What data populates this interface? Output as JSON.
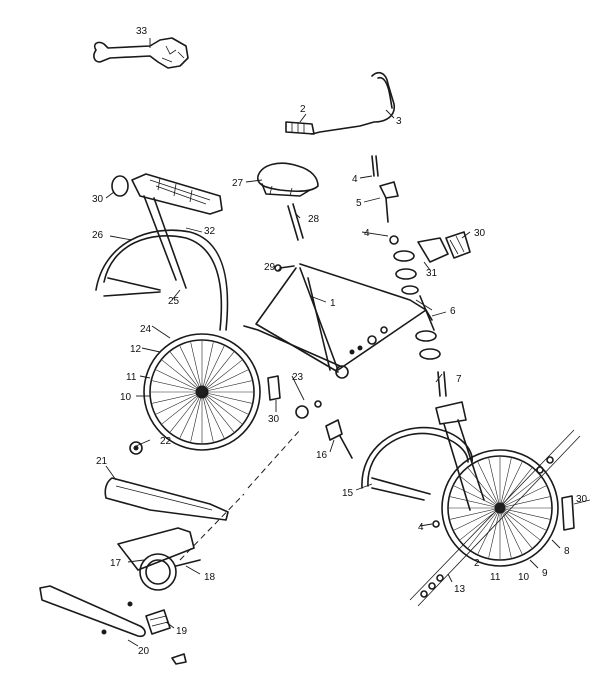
{
  "callouts": {
    "c1": "1",
    "c2a": "2",
    "c2b": "2",
    "c3": "3",
    "c4a": "4",
    "c4b": "4",
    "c4c": "4",
    "c5": "5",
    "c6": "6",
    "c7": "7",
    "c8": "8",
    "c9": "9",
    "c10a": "10",
    "c10b": "10",
    "c11a": "11",
    "c11b": "11",
    "c12": "12",
    "c13": "13",
    "c15": "15",
    "c16": "16",
    "c17": "17",
    "c18": "18",
    "c19": "19",
    "c20": "20",
    "c21": "21",
    "c22": "22",
    "c23": "23",
    "c24": "24",
    "c25": "25",
    "c26": "26",
    "c27": "27",
    "c28": "28",
    "c29": "29",
    "c30a": "30",
    "c30b": "30",
    "c30c": "30",
    "c30d": "30",
    "c31": "31",
    "c32": "32",
    "c33": "33"
  },
  "icons": {
    "frame": "bicycle-frame-icon",
    "wheel": "spoked-wheel-icon",
    "seat": "saddle-icon",
    "handlebar": "handlebar-icon",
    "rack": "carrier-rack-icon",
    "wrench": "wrench-icon"
  }
}
